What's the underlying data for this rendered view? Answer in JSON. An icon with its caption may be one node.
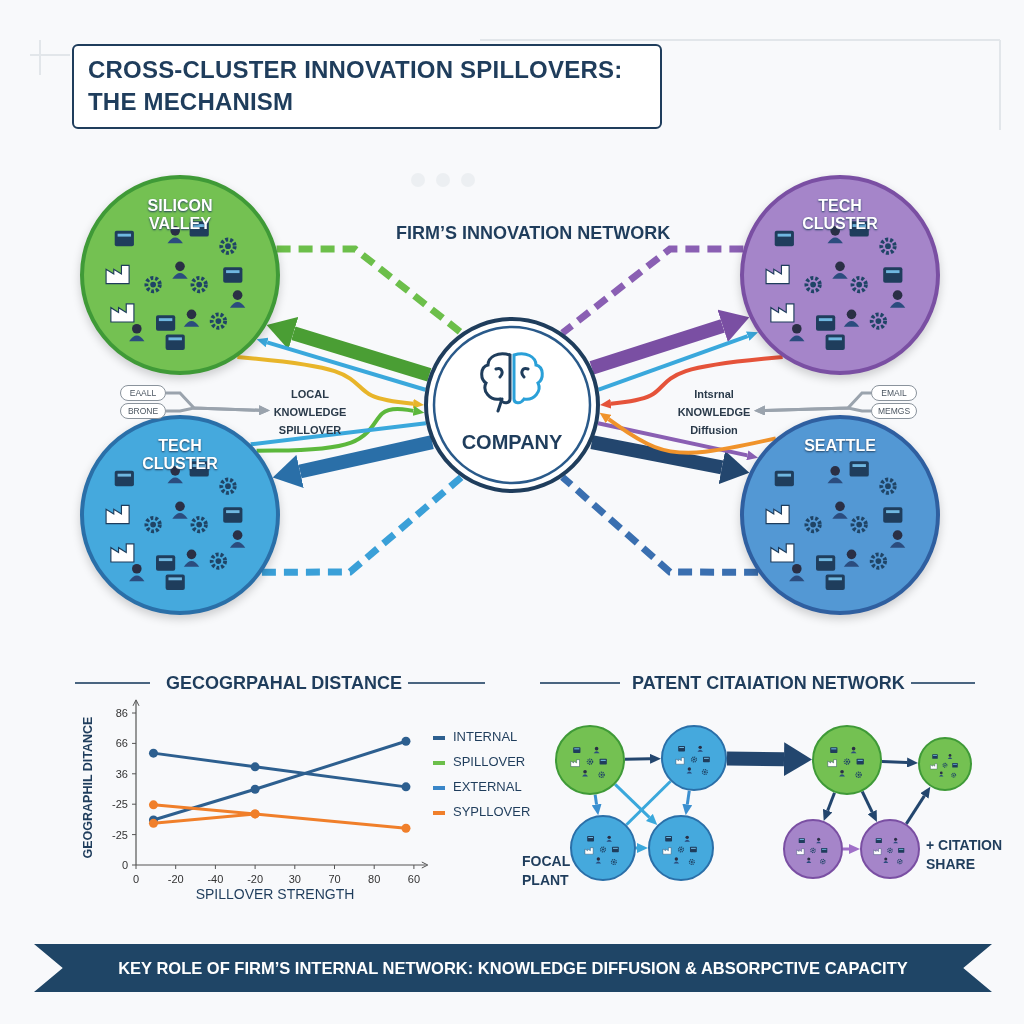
{
  "diagram": {
    "title": "CROSS-CLUSTER INNOVATION SPILLOVERS: THE MECHANISM",
    "caption": "KEY ROLE OF FIRM’S INTERNAL NETWORK: KNOWLEDGE DIFFUSION & ABSORPCTIVE CAPACITY",
    "nodes": [
      {
        "text": [
          "SILICON VALLEY"
        ]
      },
      {
        "text": [
          "TECH CLUSTER"
        ]
      },
      {
        "text": [
          "COMPANY"
        ]
      },
      {
        "text": [
          "TECH CLUSTER"
        ]
      },
      {
        "text": [
          "SEATTLE"
        ]
      },
      {
        "text": [
          "EAALL"
        ]
      },
      {
        "text": [
          "BRONE"
        ]
      },
      {
        "text": [
          "EMAIL"
        ]
      },
      {
        "text": [
          "MEMGS"
        ]
      },
      {
        "text": [
          "LOCAL KNOWLEDGE SPILLOVER"
        ]
      },
      {
        "text": [
          "Intsrnal KNOWLEDGE Diffusion"
        ]
      },
      {
        "text": [],
        "shape": "circle"
      },
      {
        "text": [],
        "shape": "circle"
      },
      {
        "text": [],
        "shape": "circle",
        "beside": [
          "FOCAL PLANT"
        ]
      },
      {
        "text": [],
        "shape": "circle"
      },
      {
        "text": [],
        "shape": "circle"
      },
      {
        "text": [],
        "shape": "circle"
      },
      {
        "text": [],
        "shape": "circle"
      },
      {
        "text": [],
        "shape": "circle",
        "beside": [
          "+ CITATION SHARE"
        ]
      }
    ],
    "edges": [
      {
        "from": 2,
        "to": 0,
        "arrow": "to",
        "style": "thick",
        "color": "#4a9e34"
      },
      {
        "from": 0,
        "to": 2,
        "arrow": "none",
        "style": "dashed",
        "color": "#6cbf4a"
      },
      {
        "from": 2,
        "to": 0,
        "arrow": "to",
        "color": "#3aa8dc"
      },
      {
        "from": 0,
        "to": 2,
        "arrow": "to",
        "color": "#e8b52a"
      },
      {
        "from": 3,
        "to": 2,
        "arrow": "to",
        "color": "#5cb83c"
      },
      {
        "from": 2,
        "to": 3,
        "arrow": "to",
        "style": "thick",
        "color": "#2a6fa8"
      },
      {
        "from": 3,
        "to": 2,
        "arrow": "none",
        "style": "dashed",
        "color": "#3aa0d8"
      },
      {
        "from": 3,
        "to": 2,
        "arrow": "none",
        "color": "#3aa8dc"
      },
      {
        "from": 2,
        "to": 1,
        "arrow": "to",
        "style": "thick",
        "color": "#7a4fa3"
      },
      {
        "from": 1,
        "to": 2,
        "arrow": "none",
        "style": "dashed",
        "color": "#8a5fb3"
      },
      {
        "from": 2,
        "to": 1,
        "arrow": "to",
        "color": "#3aa8dc"
      },
      {
        "from": 1,
        "to": 2,
        "arrow": "to",
        "color": "#e5533a"
      },
      {
        "from": 2,
        "to": 4,
        "arrow": "to",
        "style": "thick"
      },
      {
        "from": 4,
        "to": 2,
        "arrow": "none",
        "style": "dashed",
        "color": "#3a6fb0"
      },
      {
        "from": 2,
        "to": 4,
        "arrow": "to",
        "color": "#8a5fb3"
      },
      {
        "from": 4,
        "to": 2,
        "arrow": "to",
        "color": "#f0932b"
      },
      {
        "from": 5,
        "to": 9,
        "arrow": "to",
        "color": "#9aa3ad"
      },
      {
        "from": 6,
        "to": 9,
        "arrow": "to",
        "color": "#9aa3ad"
      },
      {
        "from": 7,
        "to": 10,
        "arrow": "to",
        "color": "#9aa3ad"
      },
      {
        "from": 8,
        "to": 10,
        "arrow": "to",
        "color": "#9aa3ad"
      },
      {
        "from": 11,
        "to": 12,
        "arrow": "to"
      },
      {
        "from": 11,
        "to": 13,
        "arrow": "to",
        "color": "#3a8fd0"
      },
      {
        "from": 12,
        "to": 14,
        "arrow": "to",
        "color": "#3a8fd0"
      },
      {
        "from": 12,
        "to": 13,
        "arrow": "none",
        "color": "#3aa8dc"
      },
      {
        "from": 11,
        "to": 14,
        "arrow": "to",
        "color": "#3aa8dc"
      },
      {
        "from": 13,
        "to": 14,
        "arrow": "to",
        "color": "#3aa8dc"
      },
      {
        "from": 12,
        "to": 15,
        "arrow": "to",
        "style": "thick"
      },
      {
        "from": 15,
        "to": 16,
        "arrow": "to"
      },
      {
        "from": 15,
        "to": 17,
        "arrow": "to"
      },
      {
        "from": 15,
        "to": 18,
        "arrow": "to"
      },
      {
        "from": 18,
        "to": 16,
        "arrow": "to"
      },
      {
        "from": 17,
        "to": 18,
        "arrow": "to",
        "color": "#a070c8"
      }
    ],
    "labels": [
      "FIRM’S INNOVATION NETWORK",
      "GECOGRPAHAL DISTANCE",
      "PATENT CITAIATION NETWORK",
      "86",
      "66",
      "36",
      "-25",
      "-25",
      "0",
      "GEOGRAPHIL DITANCE",
      "0",
      "-20",
      "-40",
      "-20",
      "30",
      "70",
      "80",
      "60",
      "SPILLOVER STRENGTH"
    ],
    "legend": [
      {
        "text": "INTERNAL",
        "color": "#2d5f8f"
      },
      {
        "text": "SPILLOVER",
        "color": "#6cbf4a"
      },
      {
        "text": "EXTERNAL",
        "color": "#3a86c8"
      },
      {
        "text": "SYPLLOVER",
        "color": "#f07f2a"
      }
    ]
  }
}
